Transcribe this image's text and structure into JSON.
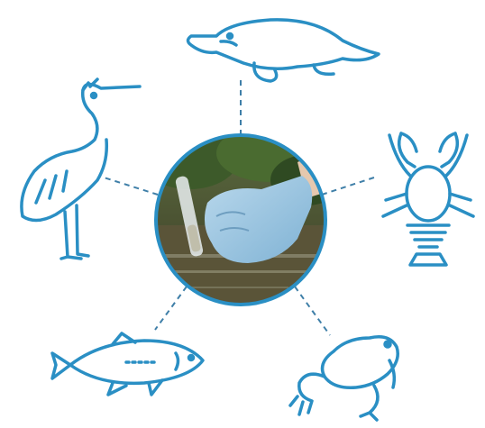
{
  "diagram": {
    "center": {
      "subject": "gloved-hand-holding-water-sample-tube"
    },
    "nodes": [
      {
        "id": "platypus",
        "icon": "platypus-icon"
      },
      {
        "id": "crayfish",
        "icon": "crayfish-icon"
      },
      {
        "id": "frog",
        "icon": "frog-icon"
      },
      {
        "id": "fish",
        "icon": "fish-icon"
      },
      {
        "id": "heron",
        "icon": "heron-icon"
      }
    ],
    "colors": {
      "line_art": "#2a8fc4",
      "connector": "#3f7fa8",
      "ring": "#2a8fc4"
    }
  }
}
